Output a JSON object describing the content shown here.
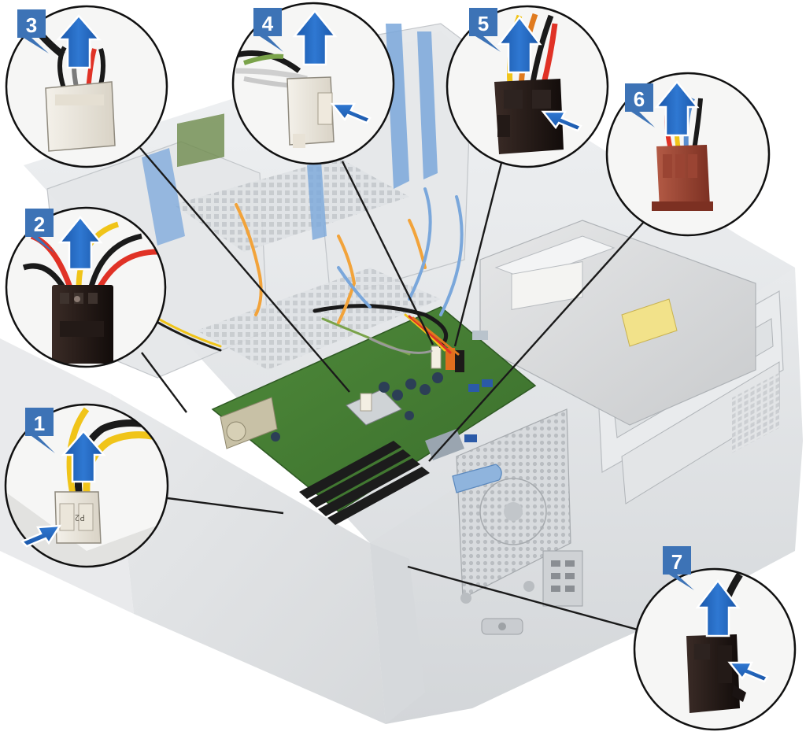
{
  "figure": {
    "type": "exploded-diagram",
    "subject": "desktop tower chassis with side cover removed, motherboard visible",
    "action": "disconnect cables from system board",
    "arrow_color": "#1f5fb4",
    "badge_color": "#3d73b6",
    "leader_color": "#1a1a1a",
    "callout_border": "#111111"
  },
  "callouts": [
    {
      "number": "1",
      "connector_label": "P2",
      "part": "power-connector",
      "hand": "press-tab-and-lift"
    },
    {
      "number": "2",
      "part": "power-connector",
      "hand": "lift"
    },
    {
      "number": "3",
      "part": "cable-connector",
      "hand": "lift"
    },
    {
      "number": "4",
      "part": "cable-connector",
      "hand": "press-tab-and-lift"
    },
    {
      "number": "5",
      "part": "power-connector",
      "hand": "press-tab-and-lift"
    },
    {
      "number": "6",
      "part": "cable-connector",
      "hand": "lift"
    },
    {
      "number": "7",
      "part": "cable-connector",
      "hand": "press-tab-and-lift"
    }
  ],
  "icons": {
    "lift": "arrow-up-icon",
    "press": "arrow-press-icon"
  }
}
